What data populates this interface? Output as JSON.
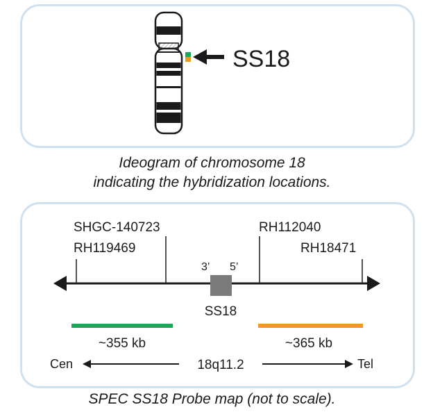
{
  "ideogram": {
    "probe_label": "SS18",
    "caption_line1": "Ideogram of chromosome 18",
    "caption_line2": "indicating the hybridization locations.",
    "probe_colors": {
      "green": "#1aa85a",
      "orange": "#f39a1e"
    }
  },
  "probe_map": {
    "markers": {
      "shgc": "SHGC-140723",
      "rh119469": "RH119469",
      "rh112040": "RH112040",
      "rh18471": "RH18471"
    },
    "gene": {
      "name": "SS18",
      "three_prime": "3’",
      "five_prime": "5’",
      "color": "#7a7a7a"
    },
    "probes": [
      {
        "size": "~355 kb",
        "color": "#1aa85a"
      },
      {
        "size": "~365 kb",
        "color": "#f39a1e"
      }
    ],
    "band": {
      "cen": "Cen",
      "region": "18q11.2",
      "tel": "Tel"
    },
    "caption": "SPEC SS18 Probe map (not to scale)."
  }
}
